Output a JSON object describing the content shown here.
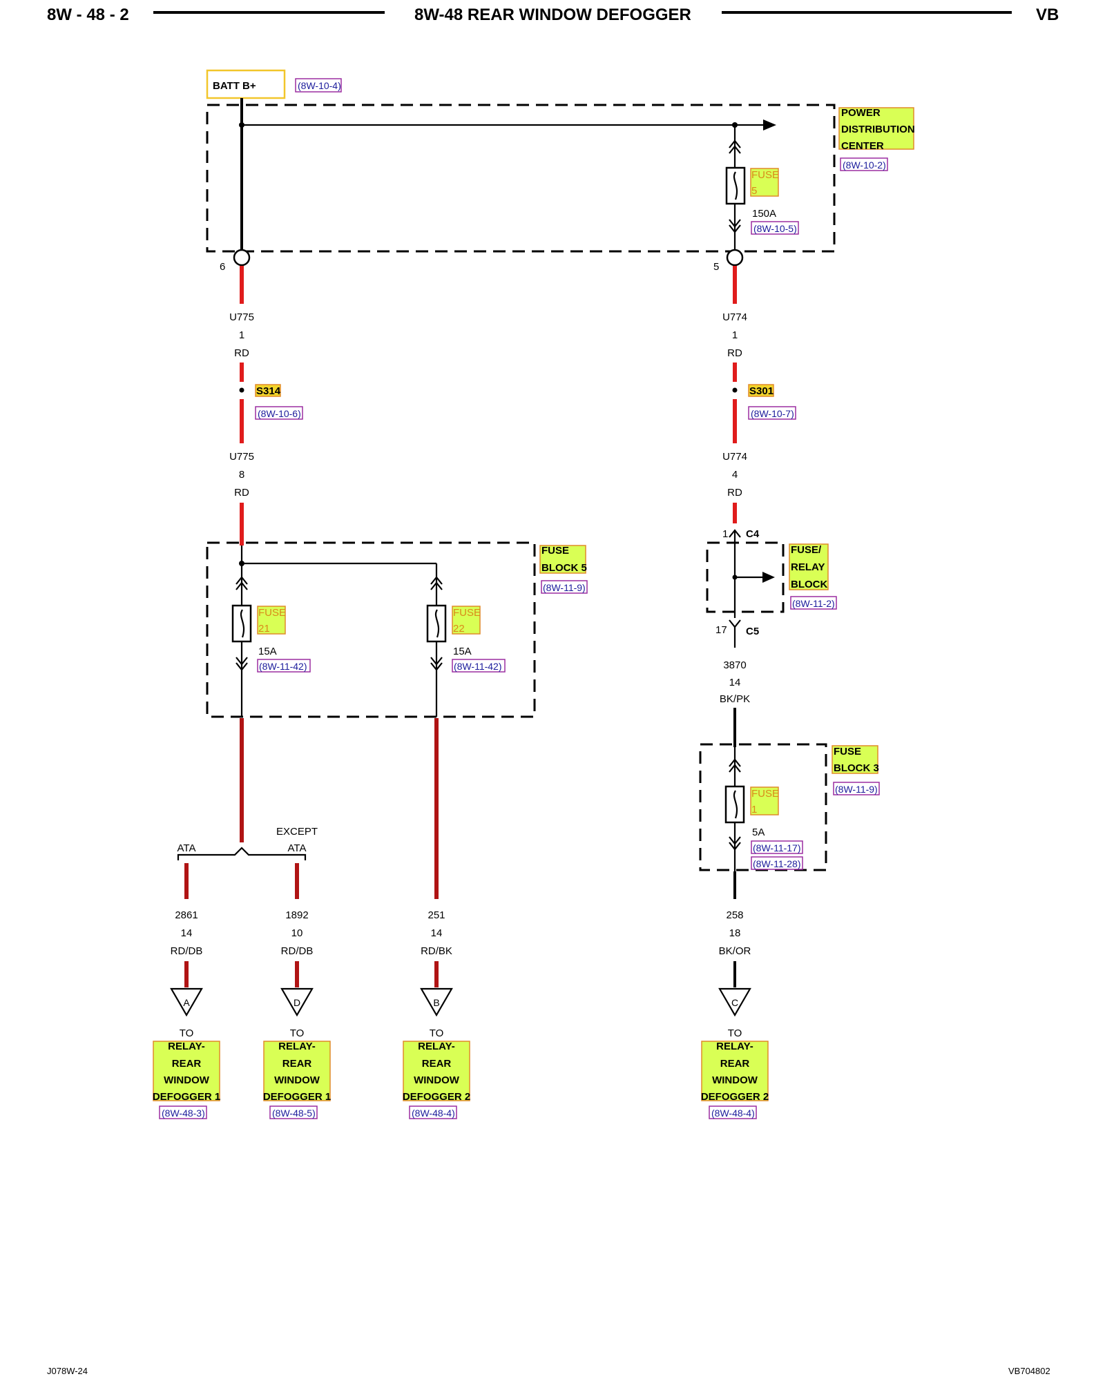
{
  "header": {
    "page_code": "8W - 48 - 2",
    "title": "8W-48 REAR WINDOW DEFOGGER",
    "model": "VB"
  },
  "footer": {
    "left_code": "J078W-24",
    "right_code": "VB704802"
  },
  "source": {
    "label": "BATT B+",
    "ref": "(8W-10-4)"
  },
  "pdc": {
    "name_lines": [
      "POWER",
      "DISTRIBUTION",
      "CENTER"
    ],
    "ref": "(8W-10-2)",
    "fuse": {
      "label_lines": [
        "FUSE",
        "5"
      ],
      "rating": "150A",
      "ref": "(8W-10-5)"
    },
    "terminal_left": "6",
    "terminal_right": "5"
  },
  "left_circuit": {
    "upper": {
      "code": "U775",
      "gauge": "1",
      "color": "RD"
    },
    "splice": {
      "name": "S314",
      "ref": "(8W-10-6)"
    },
    "lower": {
      "code": "U775",
      "gauge": "8",
      "color": "RD"
    }
  },
  "right_circuit": {
    "upper": {
      "code": "U774",
      "gauge": "1",
      "color": "RD"
    },
    "splice": {
      "name": "S301",
      "ref": "(8W-10-7)"
    },
    "lower": {
      "code": "U774",
      "gauge": "4",
      "color": "RD"
    }
  },
  "fuse_block_5": {
    "name_lines": [
      "FUSE",
      "BLOCK 5"
    ],
    "ref": "(8W-11-9)",
    "fuse_21": {
      "label_lines": [
        "FUSE",
        "21"
      ],
      "rating": "15A",
      "ref": "(8W-11-42)"
    },
    "fuse_22": {
      "label_lines": [
        "FUSE",
        "22"
      ],
      "rating": "15A",
      "ref": "(8W-11-42)"
    }
  },
  "fuse_relay_block": {
    "name_lines": [
      "FUSE/",
      "RELAY",
      "BLOCK"
    ],
    "ref": "(8W-11-2)",
    "in_pin": "1",
    "in_conn": "C4",
    "out_pin": "17",
    "out_conn": "C5"
  },
  "mid_wire": {
    "code": "3870",
    "gauge": "14",
    "color": "BK/PK"
  },
  "fuse_block_3": {
    "name_lines": [
      "FUSE",
      "BLOCK 3"
    ],
    "ref": "(8W-11-9)",
    "fuse_1": {
      "label_lines": [
        "FUSE",
        "1"
      ],
      "rating": "5A",
      "refs": [
        "(8W-11-17)",
        "(8W-11-28)"
      ]
    }
  },
  "options": {
    "ata": "ATA",
    "except_line1": "EXCEPT",
    "except_line2": "ATA"
  },
  "outputs": [
    {
      "code": "2861",
      "gauge": "14",
      "color": "RD/DB",
      "connector": "A",
      "to": "TO",
      "dest_lines": [
        "RELAY-",
        "REAR",
        "WINDOW",
        "DEFOGGER 1"
      ],
      "ref": "(8W-48-3)"
    },
    {
      "code": "1892",
      "gauge": "10",
      "color": "RD/DB",
      "connector": "D",
      "to": "TO",
      "dest_lines": [
        "RELAY-",
        "REAR",
        "WINDOW",
        "DEFOGGER 1"
      ],
      "ref": "(8W-48-5)"
    },
    {
      "code": "251",
      "gauge": "14",
      "color": "RD/BK",
      "connector": "B",
      "to": "TO",
      "dest_lines": [
        "RELAY-",
        "REAR",
        "WINDOW",
        "DEFOGGER 2"
      ],
      "ref": "(8W-48-4)"
    },
    {
      "code": "258",
      "gauge": "18",
      "color": "BK/OR",
      "connector": "C",
      "to": "TO",
      "dest_lines": [
        "RELAY-",
        "REAR",
        "WINDOW",
        "DEFOGGER 2"
      ],
      "ref": "(8W-48-4)"
    }
  ]
}
